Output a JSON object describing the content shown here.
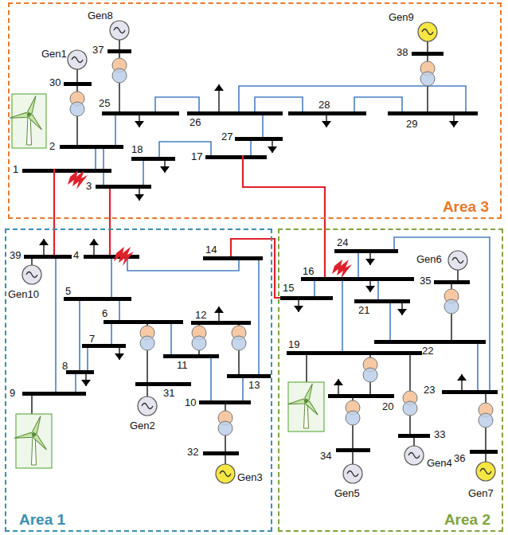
{
  "diagram": {
    "nodes": [
      {
        "text": [
          "Area 3"
        ]
      },
      {
        "text": [
          "Area 1"
        ]
      },
      {
        "text": [
          "Area 2"
        ]
      }
    ],
    "labels": [
      "Gen8",
      "37",
      "Gen1",
      "30",
      "25",
      "26",
      "27",
      "28",
      "29",
      "Gen9",
      "38",
      "2",
      "18",
      "17",
      "1",
      "3",
      "39",
      "4",
      "14",
      "Gen10",
      "5",
      "6",
      "12",
      "7",
      "11",
      "8",
      "13",
      "9",
      "31",
      "Gen2",
      "10",
      "32",
      "Gen3",
      "24",
      "Gen6",
      "16",
      "15",
      "35",
      "21",
      "19",
      "22",
      "23",
      "20",
      "33",
      "34",
      "36",
      "Gen4",
      "Gen5",
      "Gen7"
    ]
  }
}
